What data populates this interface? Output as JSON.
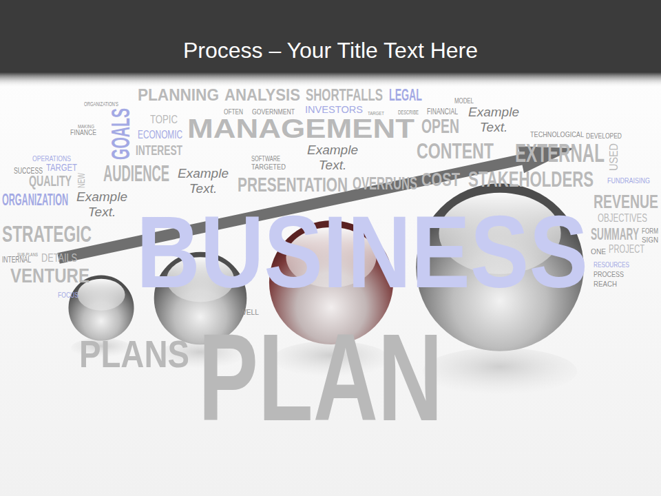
{
  "diagram": {
    "title": "Process – Your Title Text Here",
    "nodes": [
      {
        "text": [
          "Example Text."
        ]
      },
      {
        "text": [
          "Example Text."
        ]
      },
      {
        "text": [
          "Example Text."
        ]
      },
      {
        "text": [
          "Example Text."
        ]
      }
    ],
    "labels": [
      "PLANNING",
      "ANALYSIS",
      "SHORTFALLS",
      "LEGAL",
      "ORGANIZATION'S",
      "MODEL",
      "OFTEN",
      "GOVERNMENT",
      "INVESTORS",
      "TARGET",
      "DESCRIBE",
      "FINANCIAL",
      "MAKING",
      "FINANCE",
      "GOALS",
      "TOPIC",
      "ECONOMIC",
      "MANAGEMENT",
      "OPEN",
      "TECHNOLOGICAL",
      "DEVELOPED",
      "INTEREST",
      "CONTENT",
      "EXTERNAL",
      "USED",
      "OPERATIONS",
      "TARGETED",
      "SOFTWARE",
      "SUCCESS",
      "TARGET",
      "AUDIENCE",
      "PRESENTATION",
      "OVERRUNS",
      "COST",
      "STAKEHOLDERS",
      "FUNDRAISING",
      "QUALITY",
      "NEW",
      "ORGANIZATION",
      "REVENUE",
      "OBJECTIVES",
      "STRATEGIC",
      "SUMMARY",
      "FORM",
      "SIGN",
      "ONE",
      "PROJECT",
      "SUB-PLANS",
      "INTERNAL",
      "DETAILS",
      "RESOURCES",
      "PROCESS",
      "REACH",
      "VENTURE",
      "FOCUS",
      "WELL",
      "BUSINESS",
      "PLANS",
      "PLAN"
    ]
  }
}
